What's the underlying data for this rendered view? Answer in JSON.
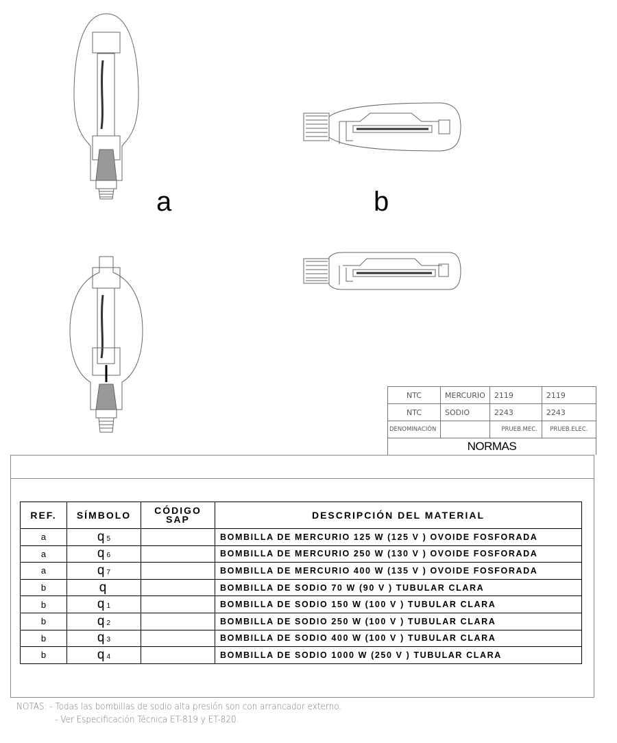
{
  "figures": {
    "label_a": "a",
    "label_b": "b"
  },
  "normas": {
    "rows": [
      [
        "NTC",
        "MERCURIO",
        "2119",
        "2119"
      ],
      [
        "NTC",
        "SODIO",
        "2243",
        "2243"
      ],
      [
        "DENOMINACIÓN",
        "",
        "PRUEB.MEC.",
        "PRUEB.ELEC."
      ]
    ],
    "title": "NORMAS"
  },
  "materials": {
    "headers": {
      "ref": "REF.",
      "symbol": "SÍMBOLO",
      "sap_line1": "CÓDIGO",
      "sap_line2": "SAP",
      "description": "DESCRIPCIÓN DEL MATERIAL"
    },
    "rows": [
      {
        "ref": "a",
        "symbol": "q",
        "sub": "5",
        "sap": "",
        "description": "BOMBILLA DE MERCURIO 125 W  (125 V ) OVOIDE FOSFORADA"
      },
      {
        "ref": "a",
        "symbol": "q",
        "sub": "6",
        "sap": "",
        "description": "BOMBILLA DE MERCURIO 250 W  (130 V ) OVOIDE FOSFORADA"
      },
      {
        "ref": "a",
        "symbol": "q",
        "sub": "7",
        "sap": "",
        "description": "BOMBILLA DE MERCURIO 400 W  (135 V ) OVOIDE FOSFORADA"
      },
      {
        "ref": "b",
        "symbol": "q",
        "sub": "",
        "sap": "",
        "description": "BOMBILLA DE SODIO 70  W (90 V ) TUBULAR CLARA"
      },
      {
        "ref": "b",
        "symbol": "q",
        "sub": "1",
        "sap": "",
        "description": "BOMBILLA DE SODIO 150 W (100 V ) TUBULAR CLARA"
      },
      {
        "ref": "b",
        "symbol": "q",
        "sub": "2",
        "sap": "",
        "description": "BOMBILLA DE SODIO 250 W (100 V ) TUBULAR CLARA"
      },
      {
        "ref": "b",
        "symbol": "q",
        "sub": "3",
        "sap": "",
        "description": "BOMBILLA DE SODIO 400 W (100 V ) TUBULAR CLARA"
      },
      {
        "ref": "b",
        "symbol": "q",
        "sub": "4",
        "sap": "",
        "description": "BOMBILLA DE SODIO 1000  W (250 V ) TUBULAR CLARA"
      }
    ]
  },
  "notes": {
    "line1": "NOTAS: - Todas las bombillas de sodio alta presión son con arrancador externo.",
    "line2": "- Ver Especificación Técnica ET-819 y ET-820."
  }
}
